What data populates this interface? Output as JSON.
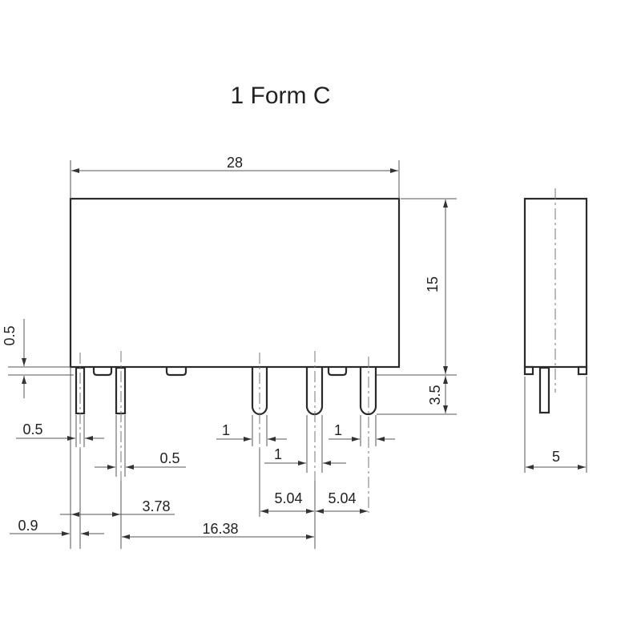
{
  "title": "1 Form C",
  "dimensions": {
    "length": "28",
    "height": "15",
    "pin_length": "3.5",
    "standoff": "0.5",
    "pin1_width": "0.5",
    "pin2_width": "0.5",
    "pin3_width": "1",
    "pin4_width": "1",
    "pin5_width": "1",
    "pitch_a": "5.04",
    "pitch_b": "5.04",
    "pin_offset_378": "3.78",
    "edge_offset": "0.9",
    "pin_span": "16.38",
    "width": "5"
  }
}
